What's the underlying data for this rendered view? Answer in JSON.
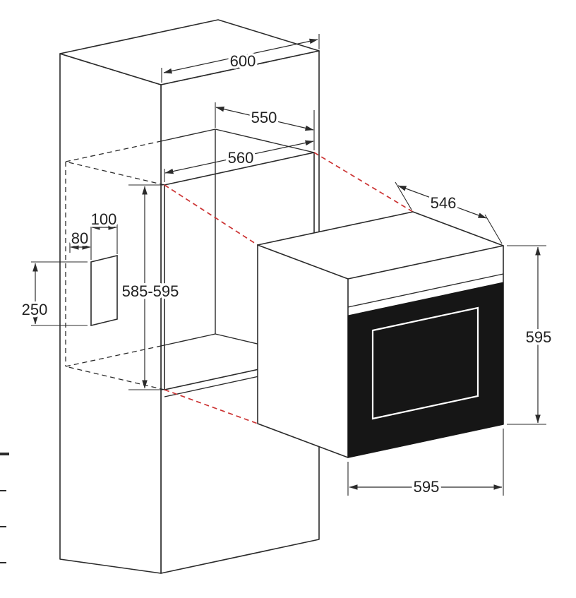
{
  "diagram": {
    "labels": {
      "cabinet_width": "600",
      "niche_depth": "550",
      "niche_width": "560",
      "niche_height": "585-595",
      "vent_offset": "80",
      "vent_width": "100",
      "vent_height": "250",
      "oven_depth": "546",
      "oven_height": "595",
      "oven_width": "595"
    },
    "colors": {
      "line": "#2b2b2b",
      "projection_line": "#cc3434",
      "oven_door": "#161616"
    }
  }
}
